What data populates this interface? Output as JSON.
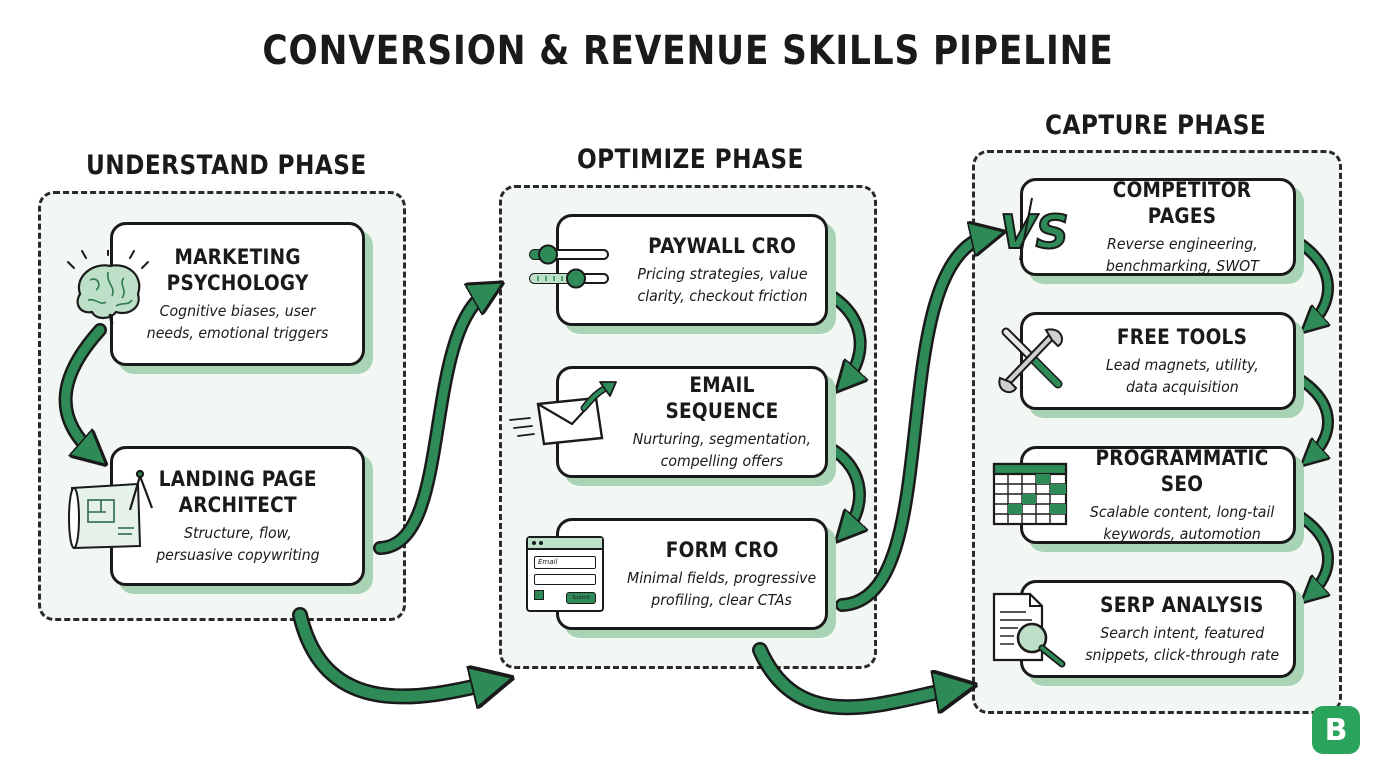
{
  "title": "CONVERSION & REVENUE SKILLS PIPELINE",
  "colors": {
    "accent": "#2e8b57",
    "accent_dark": "#1f6e44",
    "shadow": "#a9d3b5",
    "ink": "#1a1a1a",
    "logo": "#2aa35c"
  },
  "phases": [
    {
      "label": "UNDERSTAND PHASE",
      "cards": [
        {
          "title": "MARKETING\nPSYCHOLOGY",
          "desc": "Cognitive biases, user\nneeds, emotional triggers",
          "icon": "brain-icon"
        },
        {
          "title": "LANDING PAGE\nARCHITECT",
          "desc": "Structure, flow,\npersuasive copywriting",
          "icon": "blueprint-icon"
        }
      ]
    },
    {
      "label": "OPTIMIZE PHASE",
      "cards": [
        {
          "title": "PAYWALL CRO",
          "desc": "Pricing strategies, value\nclarity, checkout friction",
          "icon": "sliders-icon"
        },
        {
          "title": "EMAIL SEQUENCE",
          "desc": "Nurturing, segmentation,\ncompelling offers",
          "icon": "envelope-icon"
        },
        {
          "title": "FORM CRO",
          "desc": "Minimal fields, progressive\nprofiling, clear CTAs",
          "icon": "form-icon"
        }
      ]
    },
    {
      "label": "CAPTURE PHASE",
      "cards": [
        {
          "title": "COMPETITOR PAGES",
          "desc": "Reverse engineering,\nbenchmarking, SWOT",
          "icon": "versus-icon"
        },
        {
          "title": "FREE TOOLS",
          "desc": "Lead magnets, utility,\ndata acquisition",
          "icon": "tools-icon"
        },
        {
          "title": "PROGRAMMATIC SEO",
          "desc": "Scalable content, long-tail\nkeywords, automotion",
          "icon": "spreadsheet-icon"
        },
        {
          "title": "SERP ANALYSIS",
          "desc": "Search intent, featured\nsnippets, click-through rate",
          "icon": "magnifier-document-icon"
        }
      ]
    }
  ],
  "icon_text": {
    "versus": "VS",
    "form_field": "Email",
    "form_button": "Submit"
  },
  "logo_letter": "B"
}
